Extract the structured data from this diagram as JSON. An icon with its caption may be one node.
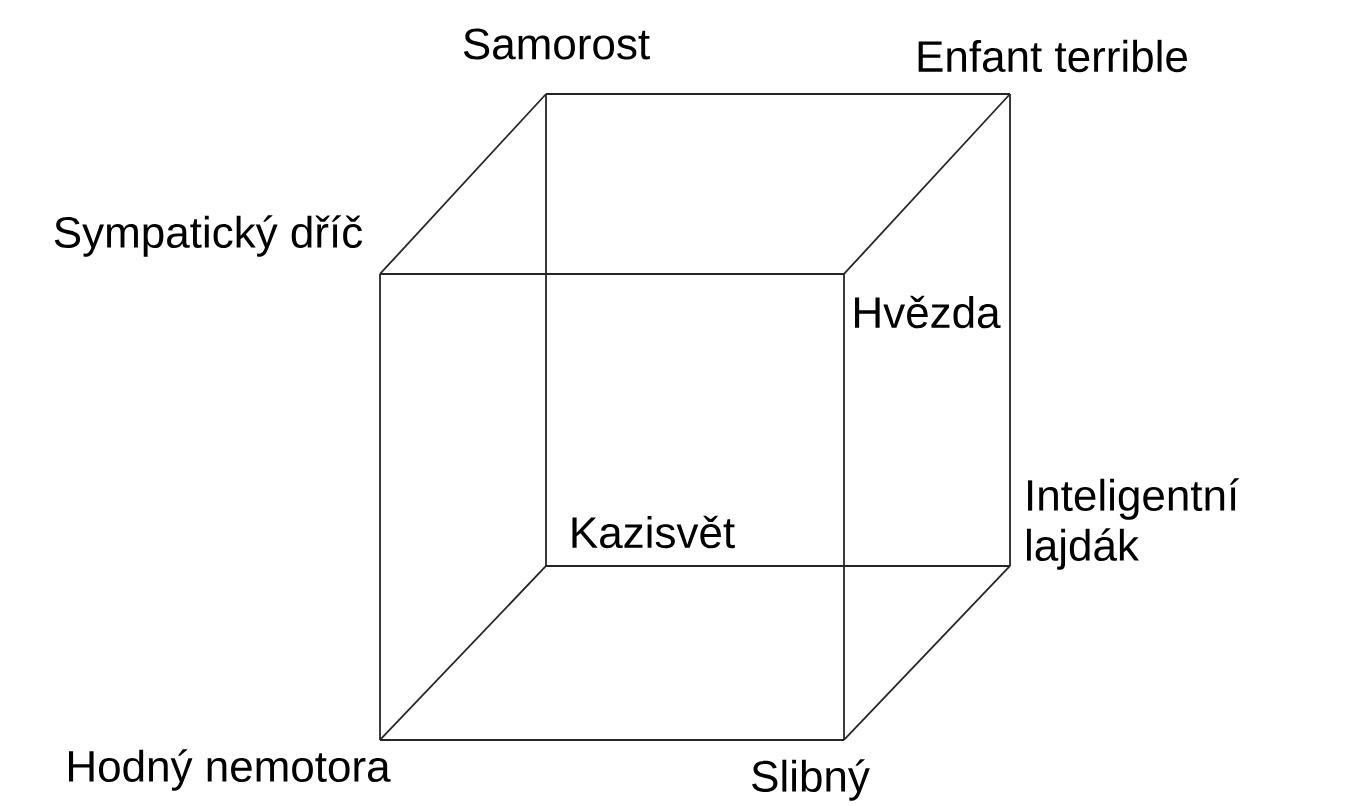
{
  "diagram": {
    "nodes": [
      {
        "text": [
          "Samorost"
        ]
      },
      {
        "text": [
          "Enfant terrible"
        ]
      },
      {
        "text": [
          "Sympatický dříč"
        ]
      },
      {
        "text": [
          "Hvězda"
        ]
      },
      {
        "text": [
          "Kazisvět"
        ]
      },
      {
        "text": [
          "Inteligentní lajdák"
        ]
      },
      {
        "text": [
          "Hodný nemotora"
        ]
      },
      {
        "text": [
          "Slibný"
        ]
      }
    ],
    "edges": [
      {
        "from": 2,
        "to": 3,
        "arrow": "none"
      },
      {
        "from": 3,
        "to": 7,
        "arrow": "none"
      },
      {
        "from": 7,
        "to": 6,
        "arrow": "none"
      },
      {
        "from": 6,
        "to": 2,
        "arrow": "none"
      },
      {
        "from": 0,
        "to": 1,
        "arrow": "none"
      },
      {
        "from": 1,
        "to": 5,
        "arrow": "none"
      },
      {
        "from": 5,
        "to": 4,
        "arrow": "none"
      },
      {
        "from": 4,
        "to": 0,
        "arrow": "none"
      },
      {
        "from": 0,
        "to": 2,
        "arrow": "none"
      },
      {
        "from": 1,
        "to": 3,
        "arrow": "none"
      },
      {
        "from": 4,
        "to": 6,
        "arrow": "none"
      },
      {
        "from": 5,
        "to": 7,
        "arrow": "none"
      }
    ]
  }
}
